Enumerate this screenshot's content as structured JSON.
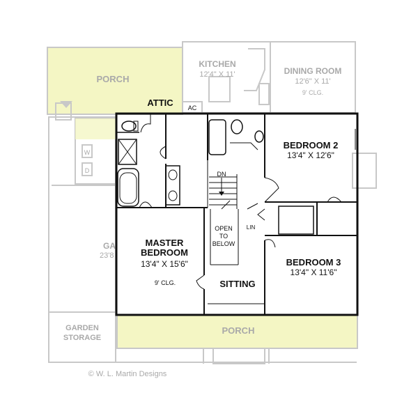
{
  "colors": {
    "porch_fill": "#f4f6c4",
    "faded_wall": "#c8c8c8",
    "faded_text": "#a9a9a9",
    "main_wall": "#111111",
    "background": "#ffffff"
  },
  "upper_floor": {
    "attic_label": "ATTIC",
    "master": {
      "name_line1": "MASTER",
      "name_line2": "BEDROOM",
      "size": "13'4\" X 15'6\"",
      "ceiling": "9' CLG."
    },
    "bedroom2": {
      "name": "BEDROOM 2",
      "size": "13'4\" X 12'6\""
    },
    "bedroom3": {
      "name": "BEDROOM 3",
      "size": "13'4\" X 11'6\""
    },
    "open_to_below": {
      "line1": "OPEN",
      "line2": "TO",
      "line3": "BELOW"
    },
    "stair_dn": "DN",
    "linen_label": "LIN",
    "sitting_label": "SITTING"
  },
  "lower_floor_faded": {
    "porch_top": "PORCH",
    "porch_bottom": "PORCH",
    "kitchen": {
      "name": "KITCHEN",
      "size": "12'4\" X 11'"
    },
    "dining": {
      "name": "DINING ROOM",
      "size": "12'6\" X 11'",
      "ceiling": "9' CLG."
    },
    "ac_label": "AC",
    "garage_partial": "GA",
    "garage_size_partial": "23'8",
    "garden_line1": "GARDEN",
    "garden_line2": "STORAGE",
    "washer": "W",
    "dryer": "D"
  },
  "credit": "© W. L. Martin Designs"
}
